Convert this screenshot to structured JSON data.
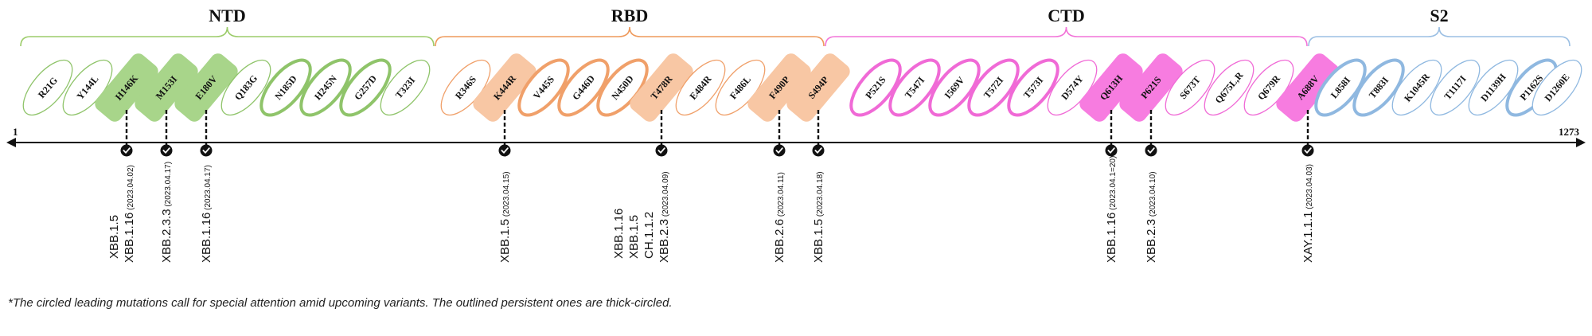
{
  "regions": [
    {
      "name": "NTD",
      "color": "#9ccc6a"
    },
    {
      "name": "RBD",
      "color": "#ee9a5c"
    },
    {
      "name": "CTD",
      "color": "#f274d8"
    },
    {
      "name": "S2",
      "color": "#9bbfe3"
    }
  ],
  "axis": {
    "start_label": "1",
    "end_label": "1273"
  },
  "colors": {
    "NTD": {
      "stroke": "#8fc46a",
      "fill": "#a8d58a"
    },
    "RBD": {
      "stroke": "#f0a06a",
      "fill": "#f8c7a4"
    },
    "CTD": {
      "stroke": "#f06ad6",
      "fill": "#f77ce0"
    },
    "S2": {
      "stroke": "#8fb8e0",
      "fill": "#b4d0ee"
    }
  },
  "mutations": [
    {
      "label": "R21G",
      "region": "NTD",
      "style": "thin"
    },
    {
      "label": "Y144L",
      "region": "NTD",
      "style": "thin"
    },
    {
      "label": "H146K",
      "region": "NTD",
      "style": "filled"
    },
    {
      "label": "M153I",
      "region": "NTD",
      "style": "filled"
    },
    {
      "label": "E180V",
      "region": "NTD",
      "style": "filled"
    },
    {
      "label": "Q183G",
      "region": "NTD",
      "style": "thin"
    },
    {
      "label": "N185D",
      "region": "NTD",
      "style": "thick"
    },
    {
      "label": "H245N",
      "region": "NTD",
      "style": "thick"
    },
    {
      "label": "G257D",
      "region": "NTD",
      "style": "thick"
    },
    {
      "label": "T323I",
      "region": "NTD",
      "style": "thin"
    },
    {
      "label": "R346S",
      "region": "RBD",
      "style": "thin"
    },
    {
      "label": "K444R",
      "region": "RBD",
      "style": "filled"
    },
    {
      "label": "V445S",
      "region": "RBD",
      "style": "thick"
    },
    {
      "label": "G446D",
      "region": "RBD",
      "style": "thick"
    },
    {
      "label": "N450D",
      "region": "RBD",
      "style": "thick"
    },
    {
      "label": "T478R",
      "region": "RBD",
      "style": "filled"
    },
    {
      "label": "E484R",
      "region": "RBD",
      "style": "thin"
    },
    {
      "label": "F486L",
      "region": "RBD",
      "style": "thin"
    },
    {
      "label": "F490P",
      "region": "RBD",
      "style": "filled"
    },
    {
      "label": "S494P",
      "region": "RBD",
      "style": "filled"
    },
    {
      "label": "P521S",
      "region": "CTD",
      "style": "thick"
    },
    {
      "label": "T547I",
      "region": "CTD",
      "style": "thick"
    },
    {
      "label": "I569V",
      "region": "CTD",
      "style": "thick"
    },
    {
      "label": "T572I",
      "region": "CTD",
      "style": "thick"
    },
    {
      "label": "T573I",
      "region": "CTD",
      "style": "thick"
    },
    {
      "label": "D574Y",
      "region": "CTD",
      "style": "thin"
    },
    {
      "label": "Q613H",
      "region": "CTD",
      "style": "filled"
    },
    {
      "label": "P621S",
      "region": "CTD",
      "style": "filled"
    },
    {
      "label": "S673T",
      "region": "CTD",
      "style": "thin"
    },
    {
      "label": "Q675L,R",
      "region": "CTD",
      "style": "thin"
    },
    {
      "label": "Q679R",
      "region": "CTD",
      "style": "thin"
    },
    {
      "label": "A688V",
      "region": "CTD",
      "style": "filled"
    },
    {
      "label": "L858I",
      "region": "S2",
      "style": "thick"
    },
    {
      "label": "T883I",
      "region": "S2",
      "style": "thick"
    },
    {
      "label": "K1045R",
      "region": "S2",
      "style": "thin"
    },
    {
      "label": "T1117I",
      "region": "S2",
      "style": "thin"
    },
    {
      "label": "D1139H",
      "region": "S2",
      "style": "thin"
    },
    {
      "label": "P1162S",
      "region": "S2",
      "style": "thick"
    },
    {
      "label": "D1260E",
      "region": "S2",
      "style": "thin"
    }
  ],
  "markers": [
    {
      "mutation": "H146K",
      "lineages": [
        "XBB.1.5",
        "XBB.1.16"
      ],
      "date": "(2023.04.02)"
    },
    {
      "mutation": "M153I",
      "lineages": [
        "XBB.2.3.3"
      ],
      "date": "(2023.04.17)"
    },
    {
      "mutation": "E180V",
      "lineages": [
        "XBB.1.16"
      ],
      "date": "(2023.04.17)"
    },
    {
      "mutation": "K444R",
      "lineages": [
        "XBB.1.5"
      ],
      "date": "(2023.04.15)"
    },
    {
      "mutation": "T478R",
      "lineages": [
        "XBB.1.16",
        "XBB.1.5",
        "CH.1.1.2",
        "XBB.2.3"
      ],
      "date": "(2023.04.09)"
    },
    {
      "mutation": "F490P",
      "lineages": [
        "XBB.2.6"
      ],
      "date": "(2023.04.11)"
    },
    {
      "mutation": "S494P",
      "lineages": [
        "XBB.1.5"
      ],
      "date": "(2023.04.18)"
    },
    {
      "mutation": "Q613H",
      "lineages": [
        "XBB.1.16"
      ],
      "date": "(2023.04.1=20)"
    },
    {
      "mutation": "P621S",
      "lineages": [
        "XBB.2.3"
      ],
      "date": "(2023.04.10)"
    },
    {
      "mutation": "A688V",
      "lineages": [
        "XAY.1.1.1"
      ],
      "date": "(2023.04.03)"
    }
  ],
  "footnote": "*The circled leading mutations call for special attention amid upcoming variants. The outlined persistent ones are thick-circled."
}
